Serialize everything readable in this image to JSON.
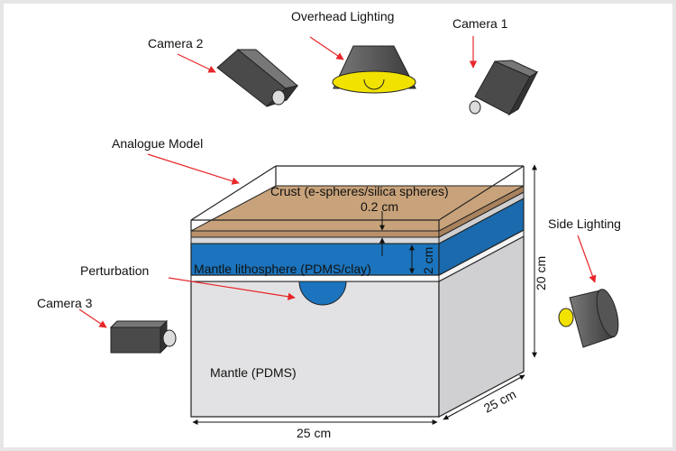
{
  "labels": {
    "overhead_lighting": "Overhead Lighting",
    "camera_1": "Camera 1",
    "camera_2": "Camera 2",
    "camera_3": "Camera 3",
    "analogue_model": "Analogue Model",
    "side_lighting": "Side Lighting",
    "perturbation": "Perturbation",
    "crust": "Crust (e-spheres/silica spheres)",
    "crust_thickness": "0.2 cm",
    "mantle_lithosphere": "Mantle lithosphere (PDMS/clay)",
    "lithosphere_thickness": "2 cm",
    "mantle": "Mantle (PDMS)",
    "width": "25 cm",
    "depth": "25 cm",
    "height": "20 cm"
  },
  "colors": {
    "crust": "#c8a27a",
    "lithosphere": "#1b74bd",
    "mantle": "#e2e2e4",
    "arrow": "#e8262a",
    "bulb": "#f2e200",
    "device": "#4a4a4a"
  }
}
